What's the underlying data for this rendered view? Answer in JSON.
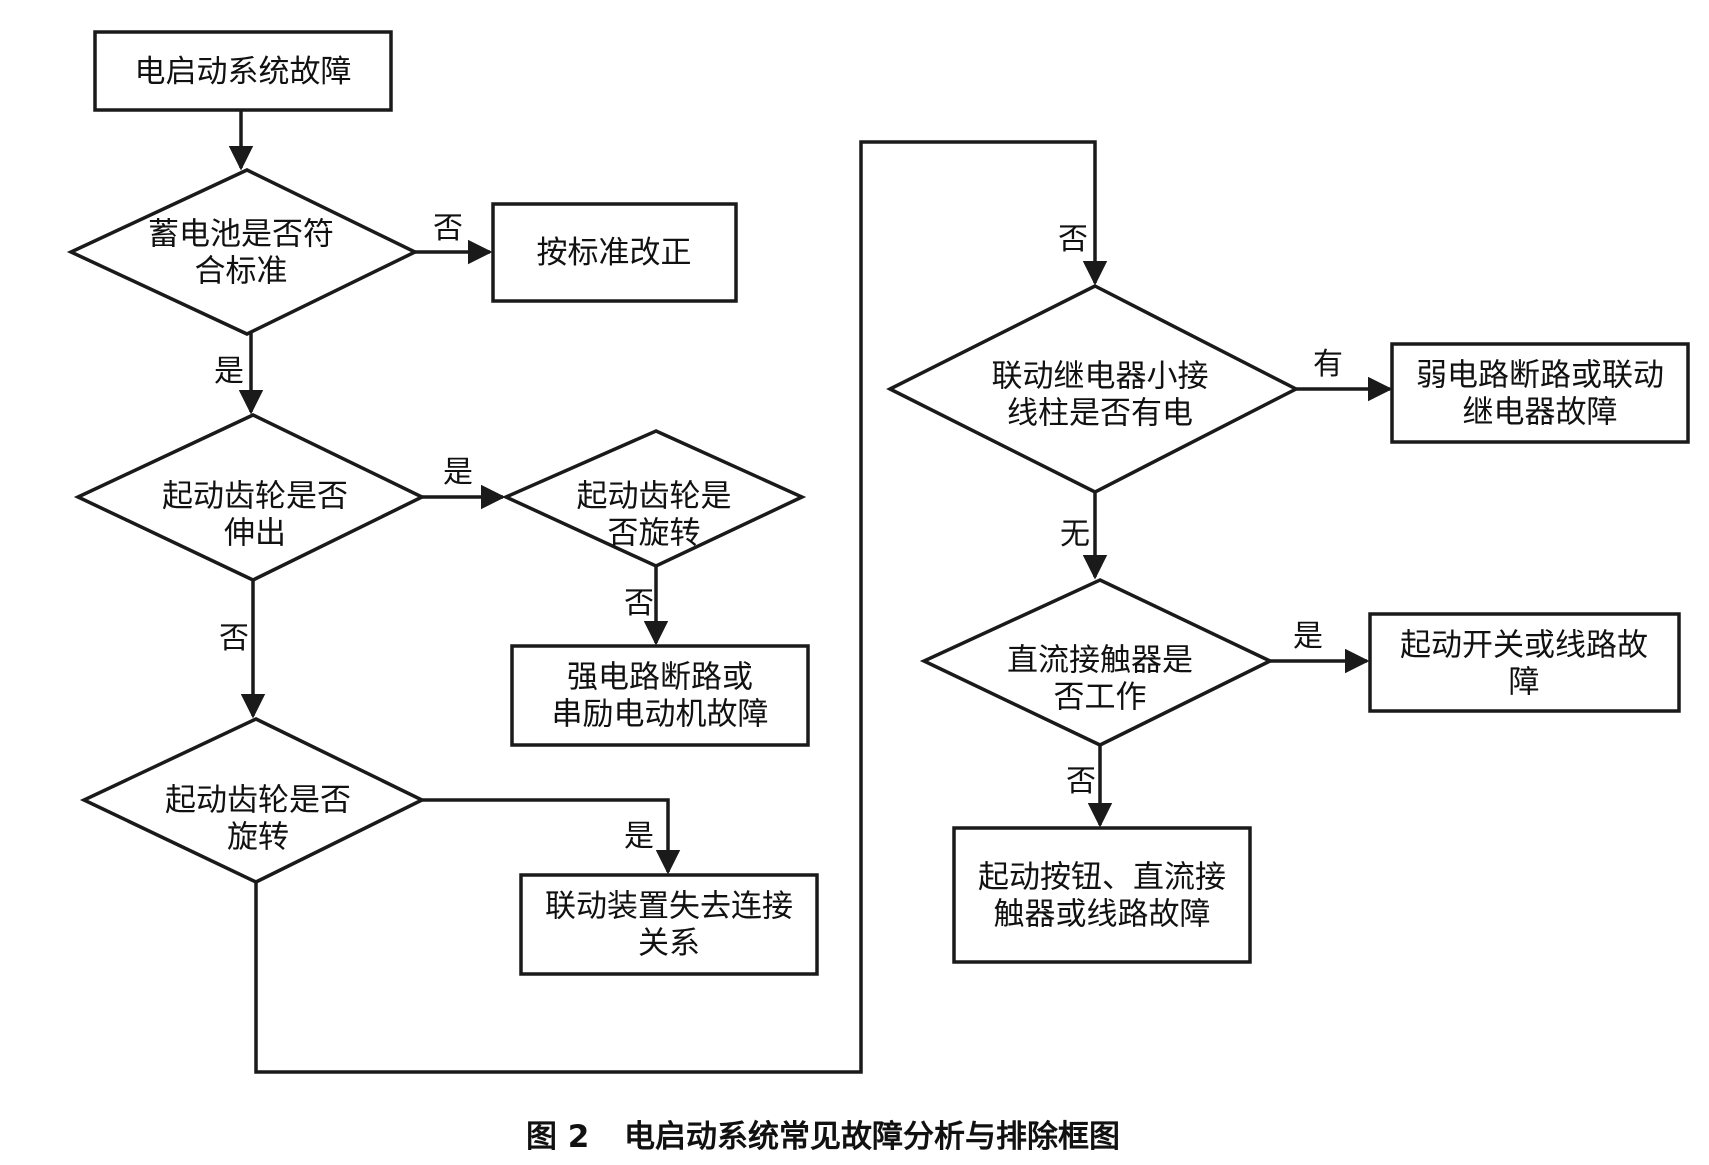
{
  "nodes": {
    "start": {
      "lines": [
        "电启动系统故障"
      ]
    },
    "battery_ok": {
      "lines": [
        "蓄电池是否符",
        "合标准"
      ]
    },
    "fix_by_standard": {
      "lines": [
        "按标准改正"
      ]
    },
    "gear_extended": {
      "lines": [
        "起动齿轮是否",
        "伸出"
      ]
    },
    "gear_rotating_a": {
      "lines": [
        "起动齿轮是",
        "否旋转"
      ]
    },
    "strong_circuit": {
      "lines": [
        "强电路断路或",
        "串励电动机故障"
      ]
    },
    "gear_rotating_b": {
      "lines": [
        "起动齿轮是否",
        "旋转"
      ]
    },
    "linkage_lost": {
      "lines": [
        "联动装置失去连接",
        "关系"
      ]
    },
    "relay_terminal": {
      "lines": [
        "联动继电器小接",
        "线柱是否有电"
      ]
    },
    "weak_circuit": {
      "lines": [
        "弱电路断路或联动",
        "继电器故障"
      ]
    },
    "dc_contactor": {
      "lines": [
        "直流接触器是",
        "否工作"
      ]
    },
    "switch_fault": {
      "lines": [
        "起动开关或线路故",
        "障"
      ]
    },
    "button_fault": {
      "lines": [
        "起动按钮、直流接",
        "触器或线路故障"
      ]
    }
  },
  "edge_labels": {
    "battery_no": "否",
    "battery_yes": "是",
    "extended_yes": "是",
    "extended_no": "否",
    "rotating_a_no": "否",
    "rotating_b_yes": "是",
    "loop_no": "否",
    "relay_has": "有",
    "relay_none": "无",
    "contactor_yes": "是",
    "contactor_no": "否"
  },
  "caption": {
    "figure_no": "图 2",
    "title": "电启动系统常见故障分析与排除框图"
  }
}
